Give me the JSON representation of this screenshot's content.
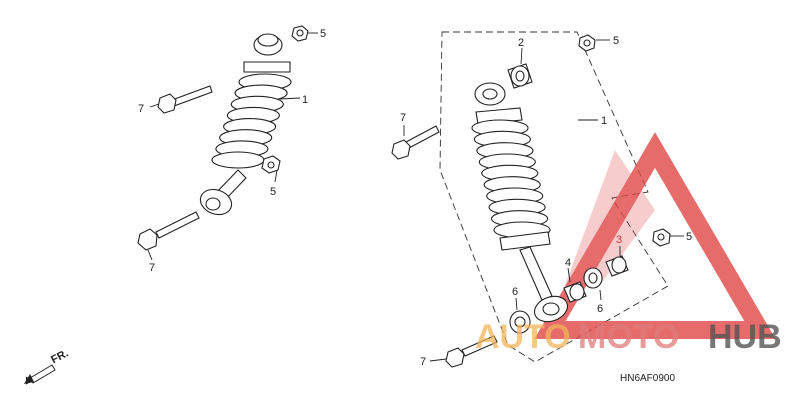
{
  "diagram": {
    "callouts": {
      "left_shock": "1",
      "left_top_nut": "5",
      "left_bottom_nut": "5",
      "left_top_bolt": "7",
      "left_bottom_bolt": "7",
      "right_shock": "1",
      "right_top_bushing": "2",
      "right_lower_bushing": "3",
      "right_collar": "4",
      "right_top_nut": "5",
      "right_bottom_nut": "5",
      "right_seal_left": "6",
      "right_seal_right": "6",
      "right_top_bolt": "7",
      "right_bottom_bolt": "7"
    },
    "direction_label": "FR.",
    "part_code": "HN6AF0900"
  },
  "watermark": {
    "word_auto": "AUTO",
    "word_moto": "MOTO",
    "word_hub": "HUB",
    "colors": {
      "triangle": "#e04848",
      "auto": "#f2b45a",
      "moto": "#e07a7a",
      "hub": "#555555"
    }
  }
}
